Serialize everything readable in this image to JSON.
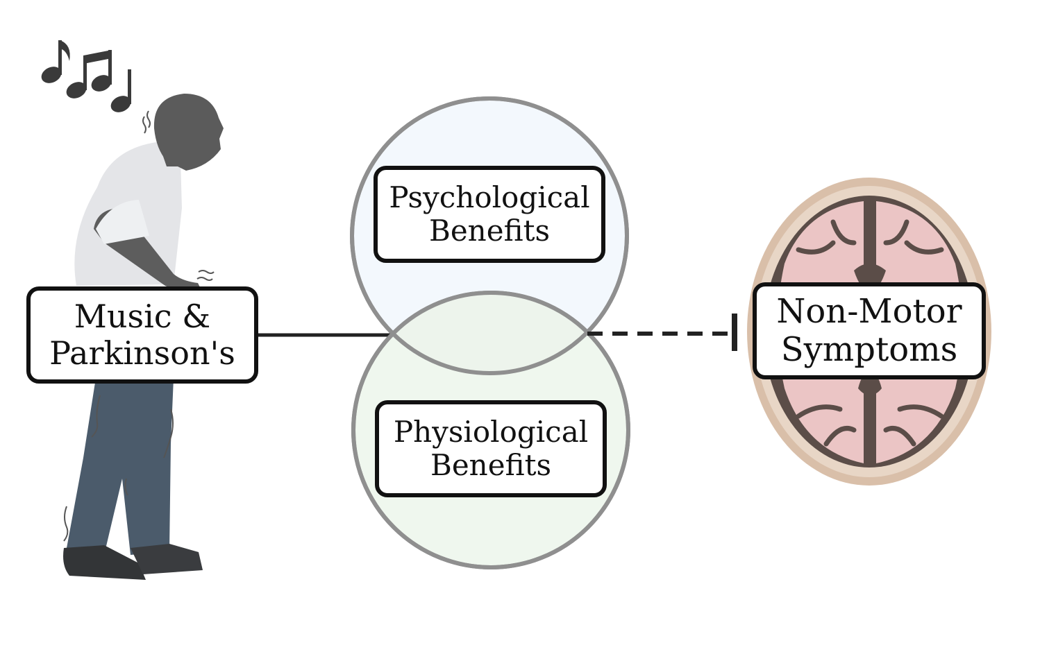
{
  "labels": {
    "music": {
      "line1": "Music &",
      "line2": "Parkinson's"
    },
    "psychological": {
      "line1": "Psychological",
      "line2": "Benefits"
    },
    "physiological": {
      "line1": "Physiological",
      "line2": "Benefits"
    },
    "non_motor": {
      "line1": "Non-Motor",
      "line2": "Symptoms"
    }
  },
  "icons": {
    "person": "elderly-person-tremor-icon",
    "music": "music-notes-icon",
    "brain": "brain-axial-section-icon"
  },
  "colors": {
    "outline": "#111111",
    "circle_stroke": "#8f8f8f",
    "circle_top_fill": "#f3f8fd",
    "circle_bottom_fill": "#eff7ee",
    "overlap_fill": "#edf4ec",
    "brain_tissue": "#ebc5c5",
    "brain_dark": "#5b4d48",
    "skull": "#d9bfa9"
  }
}
